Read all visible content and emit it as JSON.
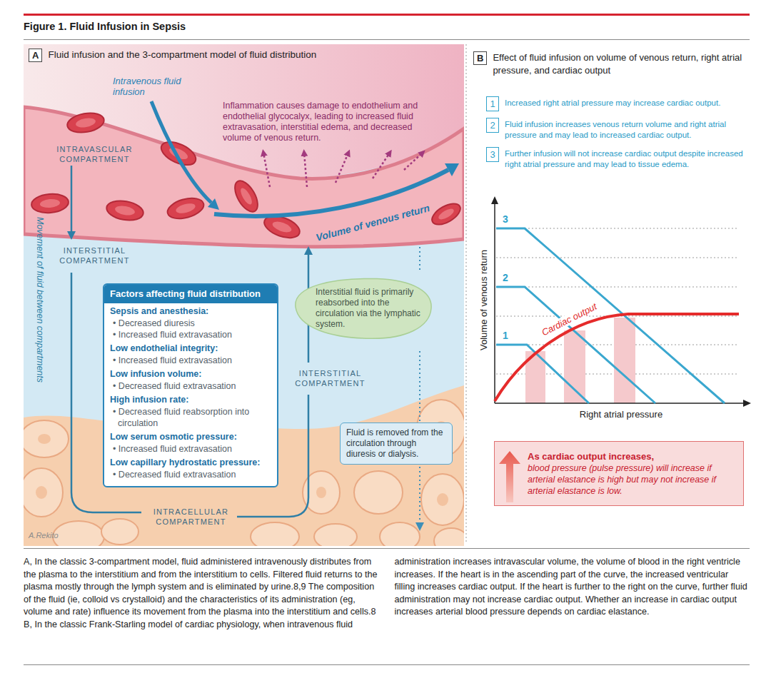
{
  "diagram": {
    "title": "Figure 1. Fluid Infusion in Sepsis",
    "caption": "A, In the classic 3-compartment model, fluid administered intravenously distributes from the plasma to the interstitium and from the interstitium to cells. Filtered fluid returns to the plasma mostly through the lymph system and is eliminated by urine.8,9 The composition of the fluid (ie, colloid vs crystalloid) and the characteristics of its administration (eg, volume and rate) influence its movement from the plasma into the interstitium and cells.8 B, In the classic Frank-Starling model of cardiac physiology, when intravenous fluid administration increases intravascular volume, the volume of blood in the right ventricle increases. If the heart is in the ascending part of the curve, the increased ventricular filling increases cardiac output. If the heart is further to the right on the curve, further fluid administration may not increase cardiac output. Whether an increase in cardiac output increases arterial blood pressure depends on cardiac elastance.",
    "nodes": [
      {
        "text": [
          "A",
          "Fluid infusion and the 3-compartment model of fluid distribution"
        ]
      },
      {
        "text": [
          "Factors affecting fluid distribution",
          "Sepsis and anesthesia:",
          "• Decreased diuresis",
          "• Increased fluid extravasation",
          "Low endothelial integrity:",
          "• Increased fluid extravasation",
          "Low infusion volume:",
          "• Decreased fluid extravasation",
          "High infusion rate:",
          "• Decreased fluid reabsorption into circulation",
          "Low serum osmotic pressure:",
          "• Increased fluid extravasation",
          "Low capillary hydrostatic pressure:",
          "• Decreased fluid extravasation"
        ]
      },
      {
        "text": [
          "Interstitial fluid is primarily reabsorbed into the circulation via the lymphatic system."
        ]
      },
      {
        "text": [
          "Fluid is removed from the circulation through diuresis or dialysis."
        ]
      },
      {
        "text": [
          "B",
          "Effect of fluid infusion on volume of venous return, right atrial pressure, and cardiac output"
        ]
      },
      {
        "text": [
          "1",
          "Increased right atrial pressure may increase cardiac output."
        ]
      },
      {
        "text": [
          "2",
          "Fluid infusion increases venous return volume and right atrial pressure and may lead to increased cardiac output."
        ]
      },
      {
        "text": [
          "3",
          "Further infusion will not increase cardiac output despite increased right atrial pressure and may lead to tissue edema."
        ]
      },
      {
        "text": [
          "As cardiac output increases,",
          "blood pressure (pulse pressure) will increase if arterial elastance is high but may not increase if arterial elastance is low."
        ]
      }
    ],
    "labels": [
      "Intravenous fluid infusion",
      "Inflammation causes damage to endothelium and endothelial glycocalyx, leading to increased fluid extravasation, interstitial edema, and decreased volume of venous return.",
      "INTRAVASCULAR COMPARTMENT",
      "Movement of fluid between compartments",
      "INTERSTITIAL COMPARTMENT",
      "Volume of venous return",
      "INTERSTITIAL COMPARTMENT",
      "INTRACELLULAR COMPARTMENT",
      "A.Rekito",
      "3",
      "2",
      "1",
      "Cardiac output",
      "Volume of venous return",
      "Right atrial pressure"
    ]
  }
}
